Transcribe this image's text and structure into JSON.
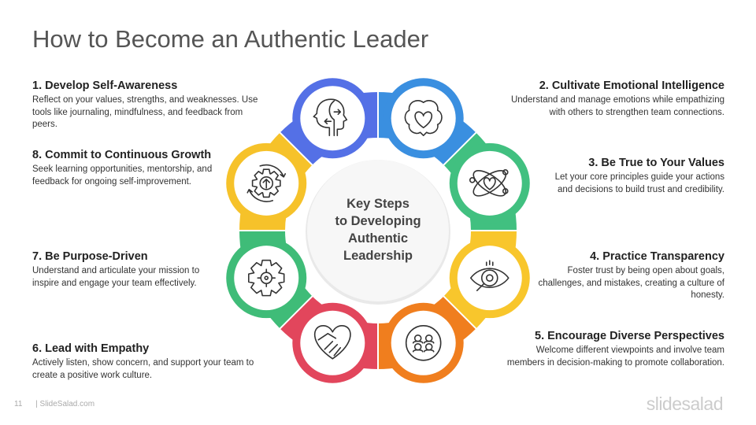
{
  "title": "How to Become an Authentic Leader",
  "center": {
    "lines": [
      "Key Steps",
      "to Developing",
      "Authentic",
      "Leadership"
    ]
  },
  "steps": [
    {
      "heading": "1. Develop Self-Awareness",
      "body": "Reflect on your values, strengths, and weaknesses. Use tools like journaling, mindfulness, and feedback from peers.",
      "icon": "head-arrows-icon",
      "color": "#5470e6"
    },
    {
      "heading": "2. Cultivate Emotional Intelligence",
      "body": "Understand and manage emotions while empathizing with others to strengthen team connections.",
      "icon": "brain-heart-icon",
      "color": "#3a8fe0"
    },
    {
      "heading": "3. Be True to Your Values",
      "body": "Let your core principles guide your actions and decisions to build trust and credibility.",
      "icon": "atom-heart-icon",
      "color": "#41c080"
    },
    {
      "heading": "4. Practice Transparency",
      "body": "Foster trust by being open about goals, challenges, and mistakes, creating a culture of honesty.",
      "icon": "eye-magnifier-icon",
      "color": "#f8c62c"
    },
    {
      "heading": "5. Encourage Diverse Perspectives",
      "body": "Welcome different viewpoints and involve team members in decision-making to promote collaboration.",
      "icon": "team-cycle-icon",
      "color": "#f07e1e"
    },
    {
      "heading": "6. Lead with Empathy",
      "body": "Actively listen, show concern, and support your team to create a positive work culture.",
      "icon": "heart-handshake-icon",
      "color": "#e2465c"
    },
    {
      "heading": "7. Be Purpose-Driven",
      "body": "Understand and articulate your mission to inspire and engage your team effectively.",
      "icon": "gear-target-icon",
      "color": "#3fbc78"
    },
    {
      "heading": "8. Commit to Continuous Growth",
      "body": "Seek learning opportunities, mentorship, and feedback for ongoing self-improvement.",
      "icon": "gear-growth-cycle-icon",
      "color": "#f6c22a"
    }
  ],
  "footer": {
    "page": "11",
    "site": "| SlideSalad.com",
    "logo": "slidesalad"
  }
}
